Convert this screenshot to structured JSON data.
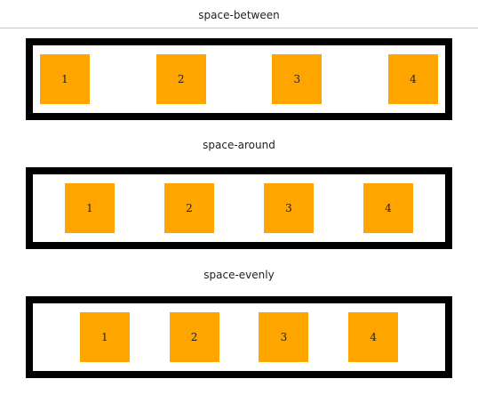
{
  "sections": [
    {
      "title": "space-between",
      "items": [
        "1",
        "2",
        "3",
        "4"
      ]
    },
    {
      "title": "space-around",
      "items": [
        "1",
        "2",
        "3",
        "4"
      ]
    },
    {
      "title": "space-evenly",
      "items": [
        "1",
        "2",
        "3",
        "4"
      ]
    }
  ],
  "colors": {
    "item_fill": "#ffa500",
    "border": "#000000",
    "background": "#ffffff",
    "divider": "#c8c8c8"
  }
}
